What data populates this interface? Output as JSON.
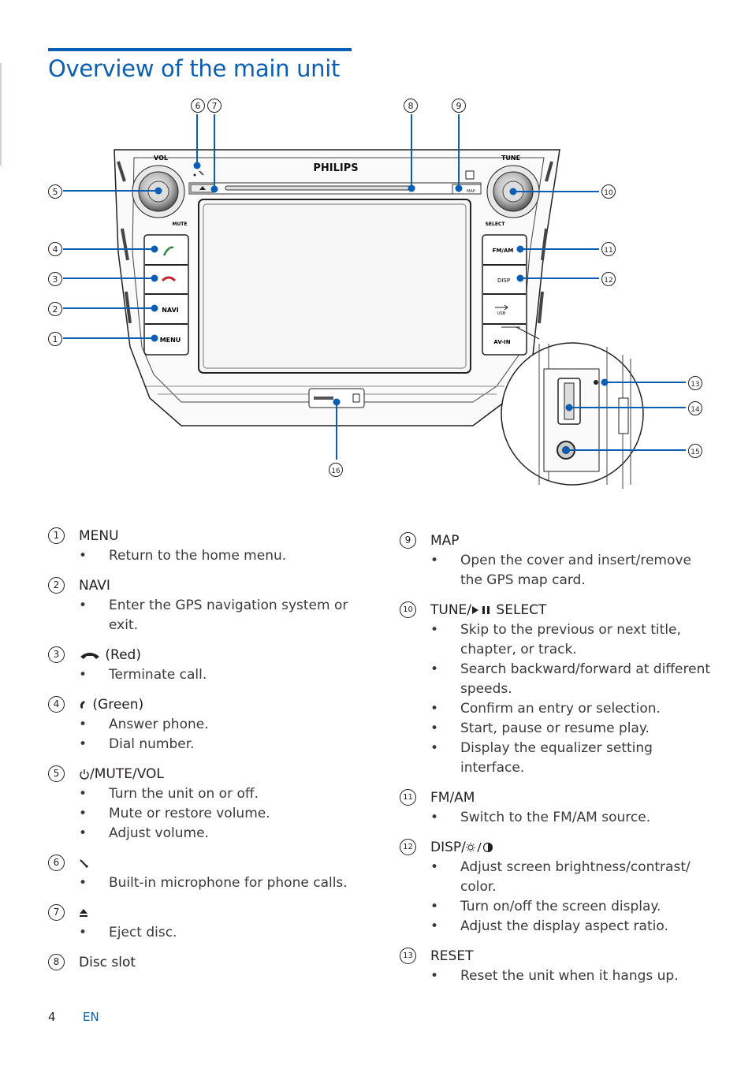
{
  "page": {
    "title": "Overview of the main unit",
    "number": "4",
    "lang": "EN"
  },
  "diagram": {
    "brand": "PHILIPS",
    "labels": {
      "vol": "VOL",
      "mute": "MUTE",
      "tune": "TUNE",
      "select": "SELECT",
      "fmam": "FM/AM",
      "disp": "DISP",
      "usb": "USB",
      "avin": "AV-IN",
      "navi": "NAVI",
      "menu": "MENU",
      "map": "MAP"
    },
    "callouts": [
      "1",
      "2",
      "3",
      "4",
      "5",
      "6",
      "7",
      "8",
      "9",
      "10",
      "11",
      "12",
      "13",
      "14",
      "15",
      "16"
    ]
  },
  "items": [
    {
      "num": "1",
      "title": "MENU",
      "bullets": [
        "Return to the home menu."
      ]
    },
    {
      "num": "2",
      "title": "NAVI",
      "bullets": [
        "Enter the GPS navigation system or exit."
      ]
    },
    {
      "num": "3",
      "title": "(Red)",
      "icon": "hang-up-icon",
      "bullets": [
        "Terminate call."
      ]
    },
    {
      "num": "4",
      "title": "(Green)",
      "icon": "answer-phone-icon",
      "bullets": [
        "Answer phone.",
        "Dial number."
      ]
    },
    {
      "num": "5",
      "title": "/MUTE/VOL",
      "icon": "power-icon",
      "bullets": [
        "Turn the unit on or off.",
        "Mute or restore volume.",
        "Adjust volume."
      ]
    },
    {
      "num": "6",
      "title": "",
      "icon": "microphone-icon",
      "bullets": [
        "Built-in microphone for phone calls."
      ]
    },
    {
      "num": "7",
      "title": "",
      "icon": "eject-icon",
      "bullets": [
        "Eject disc."
      ]
    },
    {
      "num": "8",
      "title": "Disc slot",
      "bullets": []
    },
    {
      "num": "9",
      "title": "MAP",
      "bullets": [
        "Open the cover and insert/remove the GPS map card."
      ]
    },
    {
      "num": "10",
      "title": "TUNE/",
      "title_after": " SELECT",
      "icon": "play-pause-icon",
      "bullets": [
        "Skip to the previous or next title, chapter, or track.",
        "Search backward/forward at different speeds.",
        "Confirm an entry or selection.",
        "Start, pause or resume play.",
        "Display the equalizer setting interface."
      ]
    },
    {
      "num": "11",
      "title": "FM/AM",
      "bullets": [
        "Switch to the FM/AM source."
      ]
    },
    {
      "num": "12",
      "title": "DISP/",
      "icon": "brightness-contrast-icon",
      "bullets": [
        "Adjust screen brightness/contrast/ color.",
        "Turn on/off the screen display.",
        "Adjust the display aspect ratio."
      ]
    },
    {
      "num": "13",
      "title": "RESET",
      "bullets": [
        "Reset the unit when it hangs up."
      ]
    }
  ]
}
